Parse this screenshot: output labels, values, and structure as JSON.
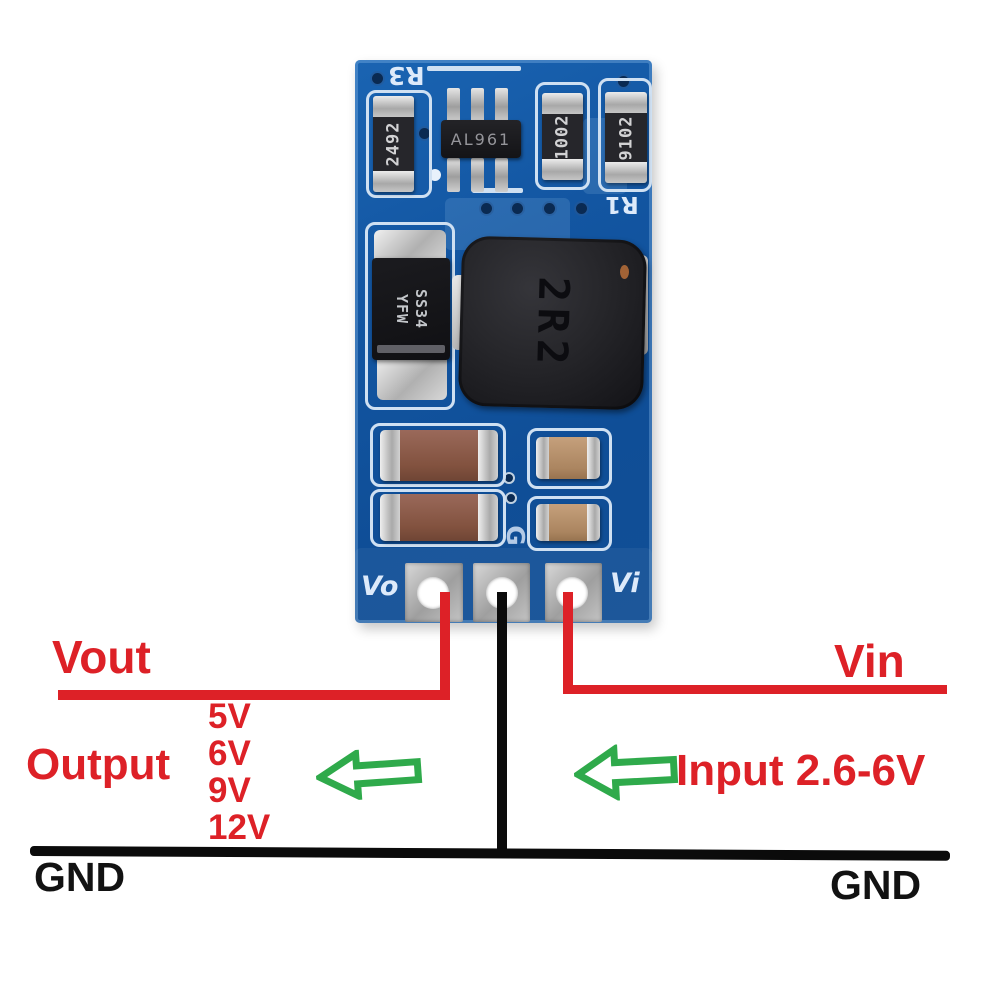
{
  "colors": {
    "pcb_blue": "#1356a2",
    "silkscreen_white": "#cfe0f2",
    "annotation_red": "#dd2127",
    "arrow_green": "#2faa4b",
    "wire_black": "#0b0b0b",
    "pad_silver": "#c4c4c4",
    "capacitor_brown": "#82523f",
    "capacitor_tan": "#ab8560",
    "component_black": "#1a1a1e"
  },
  "pcb": {
    "silkscreen": {
      "r3": "R3",
      "r1": "R1",
      "vo": "Vo",
      "vi": "Vi",
      "g": "G"
    },
    "components": {
      "resistor_left": "2492",
      "ic": "AL961",
      "resistor_mid": "1002",
      "resistor_right": "9102",
      "diode_part": "SS34",
      "diode_brand": "YFW",
      "inductor_marking": "2R2"
    }
  },
  "annotations": {
    "vout_label": "Vout",
    "vin_label": "Vin",
    "output_label": "Output",
    "output_voltages": [
      "5V",
      "6V",
      "9V",
      "12V"
    ],
    "input_label": "Input 2.6-6V",
    "gnd_left": "GND",
    "gnd_right": "GND"
  }
}
